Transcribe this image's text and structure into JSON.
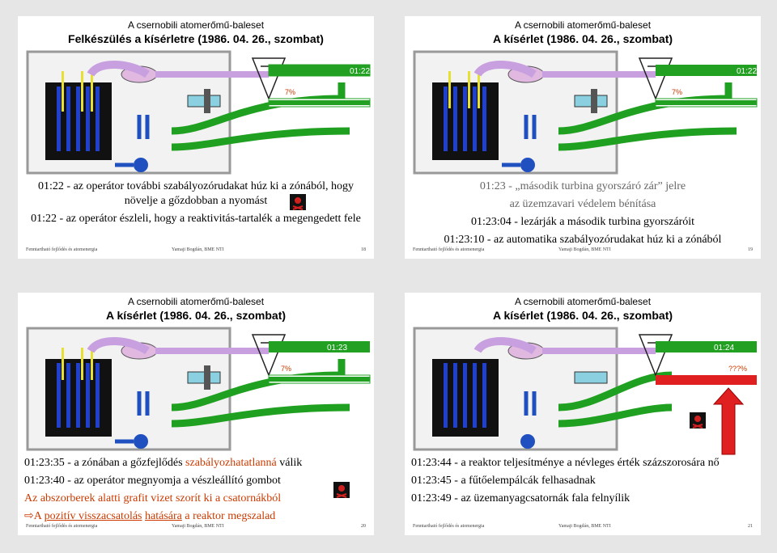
{
  "common": {
    "title_top": "A csernobili atomerőmű-baleset",
    "footer_left": "Fenntartható fejlődés és atomenergia",
    "footer_mid": "Yamaji Bogdán, BME NTI"
  },
  "slides": [
    {
      "subtitle": "Felkészülés a kísérletre (1986. 04. 26., szombat)",
      "time": "01:22",
      "power": "7%",
      "lines": [
        "01:22 - az operátor további szabályozórudakat húz ki a zónából, hogy növelje a gőzdobban a nyomást",
        "01:22 - az operátor észleli, hogy a reaktivitás-tartalék a megengedett fele"
      ],
      "page": "18"
    },
    {
      "subtitle": "A kísérlet (1986. 04. 26., szombat)",
      "time": "01:22",
      "power": "7%",
      "lines": [
        "01:23 - „második turbina gyorszáró zár” jelre",
        "az üzemzavari védelem bénítása",
        "01:23:04 - lezárják a második turbina gyorszáróit",
        "01:23:10 - az automatika szabályozórudakat húz ki a zónából"
      ],
      "page": "19"
    },
    {
      "subtitle": "A kísérlet (1986. 04. 26., szombat)",
      "time": "01:23",
      "power": "7%",
      "line1_a": "01:23:35 - a zónában a gőzfejlődés ",
      "line1_b": "szabályozhatatlanná",
      "line1_c": " válik",
      "line2": "01:23:40 - az operátor megnyomja a vészleállító gombot",
      "line3": "Az abszorberek alatti grafit vizet szorít ki a csatornákból",
      "line4_arrow": "⇨",
      "line4_a": "A ",
      "line4_b": "pozitív visszacsatolás",
      "line4_c": " ",
      "line4_d": "hatására",
      "line4_e": " a reaktor megszalad",
      "page": "20"
    },
    {
      "subtitle": "A kísérlet (1986. 04. 26., szombat)",
      "time": "01:24",
      "power": "???%",
      "lines": [
        "01:23:44 - a reaktor teljesítménye a névleges érték százszorosára nő",
        "01:23:45 - a fűtőelempálcák felhasadnak",
        "01:23:49 - az üzemanyagcsatornák fala felnyílik"
      ],
      "page": "21"
    }
  ],
  "colors": {
    "time_bar": "#22a022",
    "power_bar_normal": "#22a022",
    "power_bar_max": "#e02020",
    "steam": "#c8a0e0",
    "water": "#2050c0",
    "green_pipe": "#20a020",
    "reactor": "#101010",
    "fuel": "#2040d0"
  },
  "icons": {
    "warning": "skull-crossbones-icon",
    "power_up": "red-up-arrow-icon"
  }
}
